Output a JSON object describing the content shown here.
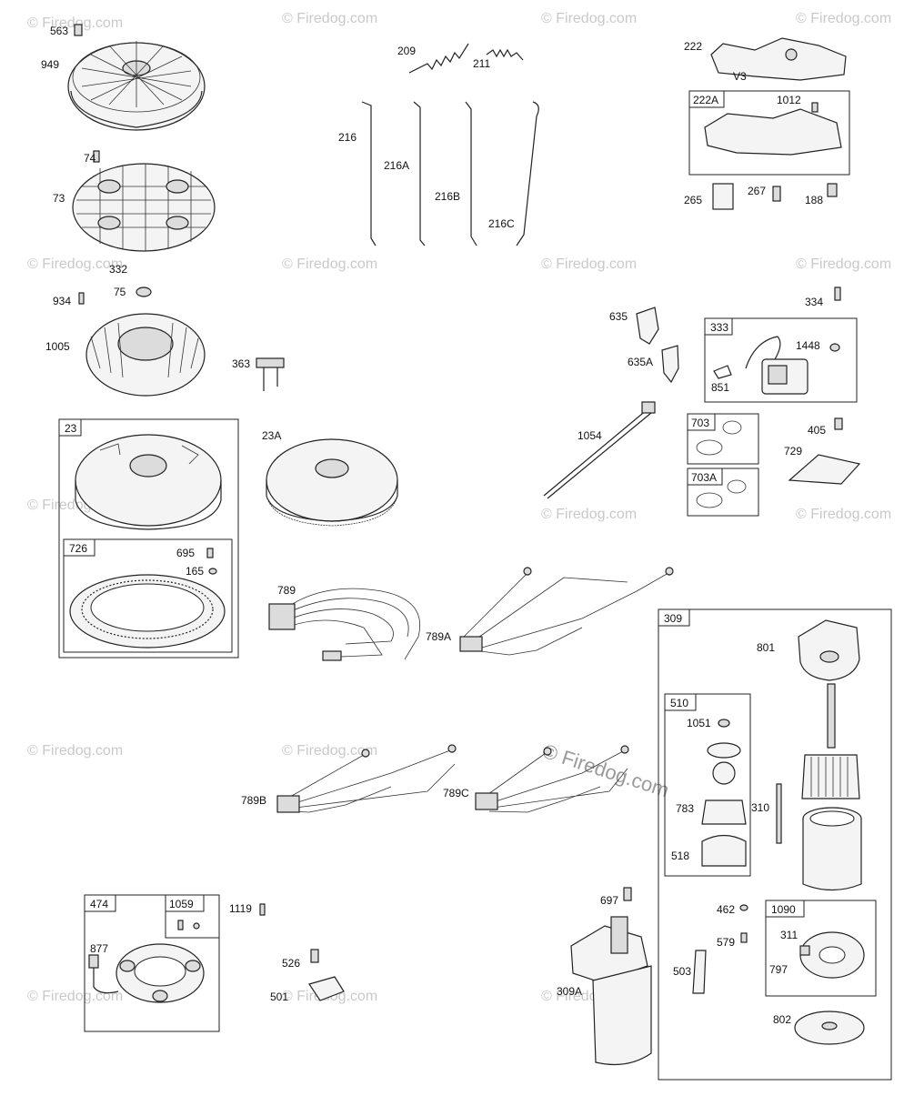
{
  "watermark": {
    "text": "© Firedog.com",
    "center_text": "© Firedog.com"
  },
  "labels": {
    "563": "563",
    "949": "949",
    "74": "74",
    "73": "73",
    "332": "332",
    "75": "75",
    "934": "934",
    "1005": "1005",
    "363": "363",
    "209": "209",
    "211": "211",
    "216": "216",
    "216A": "216A",
    "216B": "216B",
    "216C": "216C",
    "222": "222",
    "222A": "222A",
    "1012": "1012",
    "265": "265",
    "267": "267",
    "188": "188",
    "V3": "V3",
    "635": "635",
    "635A": "635A",
    "334": "334",
    "333": "333",
    "1448": "1448",
    "851": "851",
    "1054": "1054",
    "703": "703",
    "703A": "703A",
    "405": "405",
    "729": "729",
    "23": "23",
    "23A": "23A",
    "726": "726",
    "695": "695",
    "165": "165",
    "789": "789",
    "789A": "789A",
    "309": "309",
    "801": "801",
    "510": "510",
    "1051": "1051",
    "783": "783",
    "310": "310",
    "518": "518",
    "789B": "789B",
    "789C": "789C",
    "474": "474",
    "1059": "1059",
    "877": "877",
    "1119": "1119",
    "526": "526",
    "501": "501",
    "697": "697",
    "309A": "309A",
    "462": "462",
    "579": "579",
    "1090": "1090",
    "311": "311",
    "797": "797",
    "503": "503",
    "802": "802"
  }
}
